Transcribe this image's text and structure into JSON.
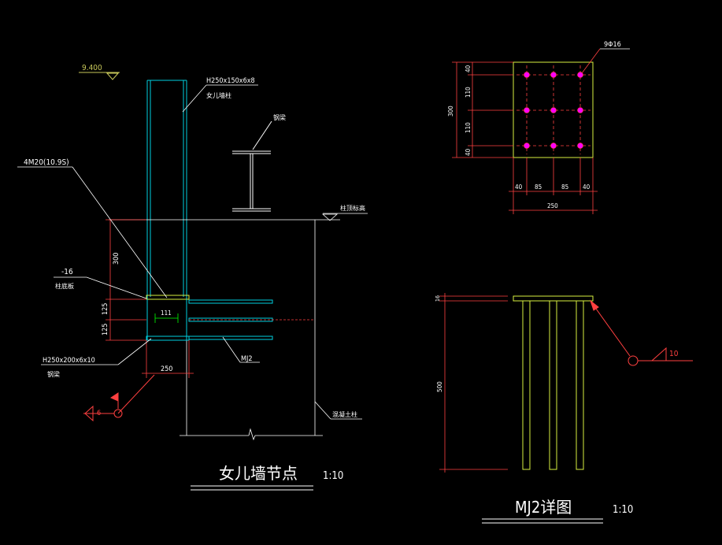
{
  "colors": {
    "background": "#000000",
    "steel_column": "#00d0e0",
    "dimension": "#ff4040",
    "plate": "#d8f040",
    "text": "#ffffff"
  },
  "left_view": {
    "title": "女儿墙节点",
    "scale": "1:10",
    "elevation_label": "9.400",
    "column_spec": "H250x150x6x8",
    "column_name": "女儿墙柱",
    "beam_label": "钢梁",
    "level_label": "柱顶标高",
    "bolt_spec": "4M20(10.9S)",
    "plate_thk": "-16",
    "plate_name": "柱底板",
    "beam_spec": "H250x200x6x10",
    "beam_name": "钢梁",
    "mj_label": "MJ2",
    "concrete_label": "混凝土柱",
    "dims": {
      "d300": "300",
      "d125a": "125",
      "d125b": "125",
      "d111": "111",
      "d250": "250"
    },
    "weld_size": "6"
  },
  "right_view": {
    "title": "MJ2详图",
    "scale": "1:10",
    "bar_spec": "9Φ16",
    "weld_size": "10",
    "plan_dims_vertical": [
      "40",
      "110",
      "110",
      "40"
    ],
    "plan_total_vertical": "300",
    "plan_dims_horizontal": [
      "40",
      "85",
      "85",
      "40"
    ],
    "plan_total_horizontal": "250",
    "elev_plate_thk": "16",
    "elev_bar_len": "500"
  }
}
